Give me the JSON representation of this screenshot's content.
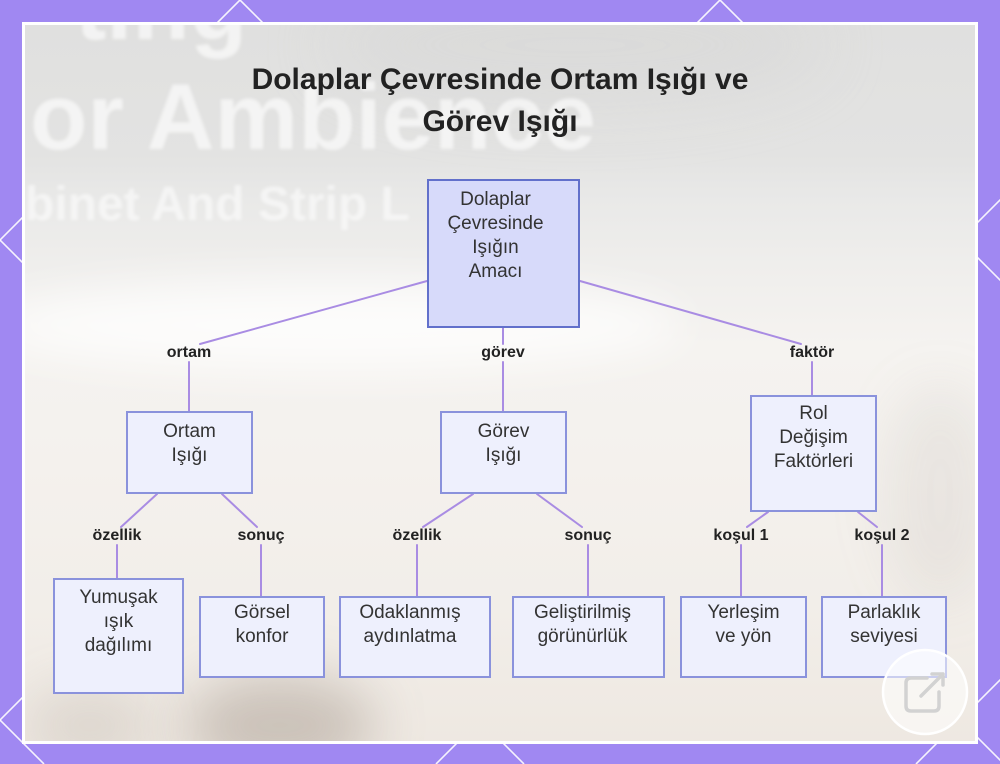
{
  "title": "Dolaplar Çevresinde Ortam Işığı ve Görev Işığı",
  "background_text": [
    "ting",
    "or Ambience",
    "binet And Strip L"
  ],
  "colors": {
    "frame": "#a088f2",
    "edge": "#a98ce3",
    "root_fill": "#d7dafa",
    "root_border": "#6270cb",
    "node_fill": "#eef0fd",
    "node_border": "#8a92dc"
  },
  "diagram": {
    "root": {
      "lines": [
        "Dolaplar",
        "Çevresinde",
        "Işığın",
        "Amacı"
      ],
      "children": [
        {
          "edge_label": "ortam",
          "lines": [
            "Ortam",
            "Işığı"
          ],
          "children": [
            {
              "edge_label": "özellik",
              "lines": [
                "Yumuşak",
                "ışık",
                "dağılımı"
              ]
            },
            {
              "edge_label": "sonuç",
              "lines": [
                "Görsel",
                "konfor"
              ]
            }
          ]
        },
        {
          "edge_label": "görev",
          "lines": [
            "Görev",
            "Işığı"
          ],
          "children": [
            {
              "edge_label": "özellik",
              "lines": [
                "Odaklanmış",
                "aydınlatma"
              ]
            },
            {
              "edge_label": "sonuç",
              "lines": [
                "Geliştirilmiş",
                "görünürlük"
              ]
            }
          ]
        },
        {
          "edge_label": "faktör",
          "lines": [
            "Rol",
            "Değişim",
            "Faktörleri"
          ],
          "children": [
            {
              "edge_label": "koşul 1",
              "lines": [
                "Yerleşim",
                "ve yön"
              ]
            },
            {
              "edge_label": "koşul 2",
              "lines": [
                "Parlaklık",
                "seviyesi"
              ]
            }
          ]
        }
      ]
    }
  }
}
